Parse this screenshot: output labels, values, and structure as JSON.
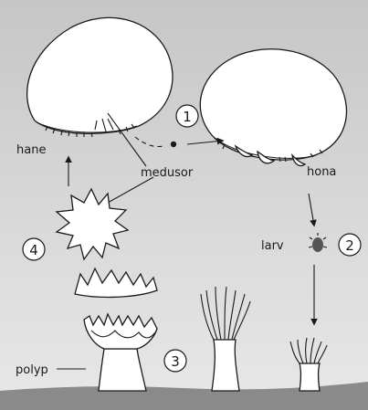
{
  "labels": {
    "hane": "hane",
    "hona": "hona",
    "medusor": "medusor",
    "larv": "larv",
    "polyp": "polyp"
  },
  "steps": {
    "s1": "1",
    "s2": "2",
    "s3": "3",
    "s4": "4"
  },
  "colors": {
    "background_top": "#c9c9c9",
    "background_bottom": "#e6e6e6",
    "ground": "#8a8a8a",
    "outline": "#1a1a1a",
    "fill": "#ffffff"
  }
}
